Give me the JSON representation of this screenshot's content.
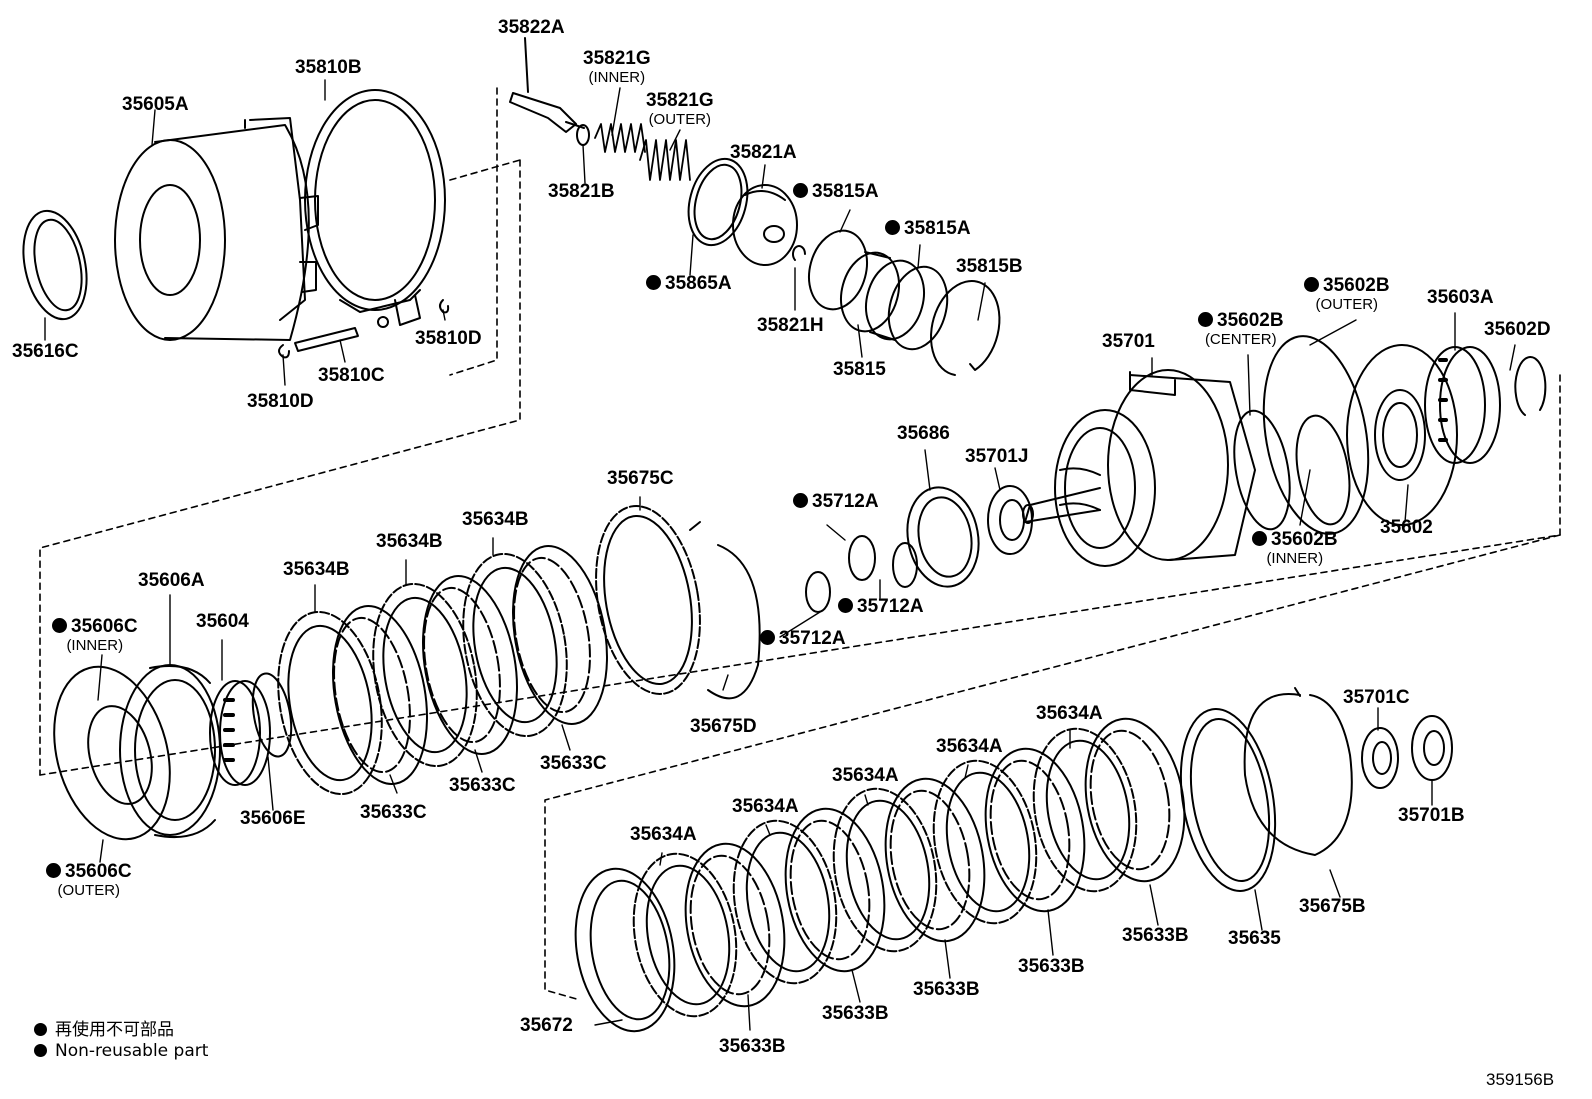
{
  "legend": {
    "jp": "再使用不可部品",
    "en": "Non-reusable part"
  },
  "figure_number": "359156B",
  "labels": {
    "p35822A": {
      "text": "35822A",
      "nr": false,
      "note": ""
    },
    "p35821G_inner": {
      "text": "35821G",
      "nr": false,
      "note": "(INNER)"
    },
    "p35821G_outer": {
      "text": "35821G",
      "nr": false,
      "note": "(OUTER)"
    },
    "p35810B": {
      "text": "35810B",
      "nr": false,
      "note": ""
    },
    "p35605A": {
      "text": "35605A",
      "nr": false,
      "note": ""
    },
    "p35821A": {
      "text": "35821A",
      "nr": false,
      "note": ""
    },
    "p35821B": {
      "text": "35821B",
      "nr": false,
      "note": ""
    },
    "p35815A_1": {
      "text": "35815A",
      "nr": true,
      "note": ""
    },
    "p35815A_2": {
      "text": "35815A",
      "nr": true,
      "note": ""
    },
    "p35865A": {
      "text": "35865A",
      "nr": true,
      "note": ""
    },
    "p35815B": {
      "text": "35815B",
      "nr": false,
      "note": ""
    },
    "p35616C": {
      "text": "35616C",
      "nr": false,
      "note": ""
    },
    "p35810D_r": {
      "text": "35810D",
      "nr": false,
      "note": ""
    },
    "p35810C": {
      "text": "35810C",
      "nr": false,
      "note": ""
    },
    "p35810D_l": {
      "text": "35810D",
      "nr": false,
      "note": ""
    },
    "p35821H": {
      "text": "35821H",
      "nr": false,
      "note": ""
    },
    "p35815": {
      "text": "35815",
      "nr": false,
      "note": ""
    },
    "p35602B_outer": {
      "text": "35602B",
      "nr": true,
      "note": "(OUTER)"
    },
    "p35603A": {
      "text": "35603A",
      "nr": false,
      "note": ""
    },
    "p35602B_center": {
      "text": "35602B",
      "nr": true,
      "note": "(CENTER)"
    },
    "p35602D": {
      "text": "35602D",
      "nr": false,
      "note": ""
    },
    "p35701": {
      "text": "35701",
      "nr": false,
      "note": ""
    },
    "p35686": {
      "text": "35686",
      "nr": false,
      "note": ""
    },
    "p35701J": {
      "text": "35701J",
      "nr": false,
      "note": ""
    },
    "p35675C": {
      "text": "35675C",
      "nr": false,
      "note": ""
    },
    "p35712A_1": {
      "text": "35712A",
      "nr": true,
      "note": ""
    },
    "p35602B_inner": {
      "text": "35602B",
      "nr": true,
      "note": "(INNER)"
    },
    "p35602": {
      "text": "35602",
      "nr": false,
      "note": ""
    },
    "p35634B_1": {
      "text": "35634B",
      "nr": false,
      "note": ""
    },
    "p35634B_2": {
      "text": "35634B",
      "nr": false,
      "note": ""
    },
    "p35634B_3": {
      "text": "35634B",
      "nr": false,
      "note": ""
    },
    "p35606A": {
      "text": "35606A",
      "nr": false,
      "note": ""
    },
    "p35712A_2": {
      "text": "35712A",
      "nr": true,
      "note": ""
    },
    "p35712A_3": {
      "text": "35712A",
      "nr": true,
      "note": ""
    },
    "p35606C_inner": {
      "text": "35606C",
      "nr": true,
      "note": "(INNER)"
    },
    "p35604": {
      "text": "35604",
      "nr": false,
      "note": ""
    },
    "p35675D": {
      "text": "35675D",
      "nr": false,
      "note": ""
    },
    "p35701C": {
      "text": "35701C",
      "nr": false,
      "note": ""
    },
    "p35634A_1": {
      "text": "35634A",
      "nr": false,
      "note": ""
    },
    "p35633C_1": {
      "text": "35633C",
      "nr": false,
      "note": ""
    },
    "p35633C_2": {
      "text": "35633C",
      "nr": false,
      "note": ""
    },
    "p35633C_3": {
      "text": "35633C",
      "nr": false,
      "note": ""
    },
    "p35634A_2": {
      "text": "35634A",
      "nr": false,
      "note": ""
    },
    "p35634A_3": {
      "text": "35634A",
      "nr": false,
      "note": ""
    },
    "p35634A_4": {
      "text": "35634A",
      "nr": false,
      "note": ""
    },
    "p35634A_5": {
      "text": "35634A",
      "nr": false,
      "note": ""
    },
    "p35606E": {
      "text": "35606E",
      "nr": false,
      "note": ""
    },
    "p35701B": {
      "text": "35701B",
      "nr": false,
      "note": ""
    },
    "p35606C_outer": {
      "text": "35606C",
      "nr": true,
      "note": "(OUTER)"
    },
    "p35675B": {
      "text": "35675B",
      "nr": false,
      "note": ""
    },
    "p35633B_1": {
      "text": "35633B",
      "nr": false,
      "note": ""
    },
    "p35635": {
      "text": "35635",
      "nr": false,
      "note": ""
    },
    "p35633B_2": {
      "text": "35633B",
      "nr": false,
      "note": ""
    },
    "p35633B_3": {
      "text": "35633B",
      "nr": false,
      "note": ""
    },
    "p35633B_4": {
      "text": "35633B",
      "nr": false,
      "note": ""
    },
    "p35672": {
      "text": "35672",
      "nr": false,
      "note": ""
    },
    "p35633B_5": {
      "text": "35633B",
      "nr": false,
      "note": ""
    }
  }
}
